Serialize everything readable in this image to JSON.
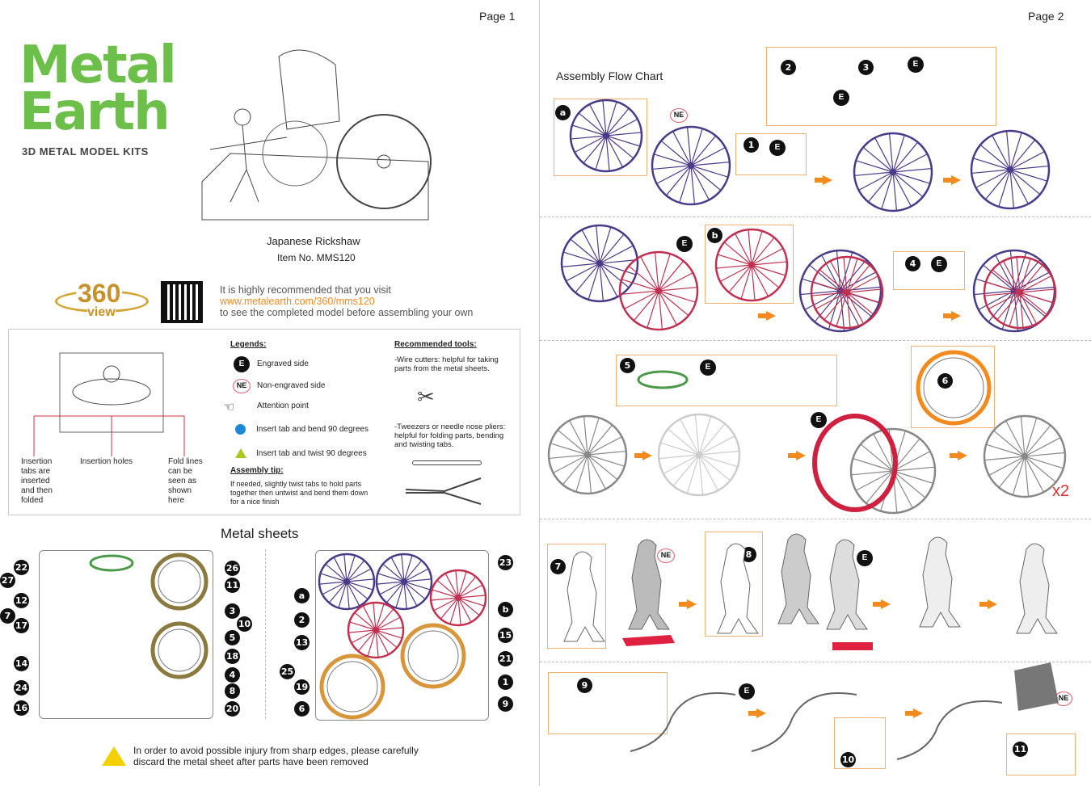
{
  "page1": {
    "label": "Page 1",
    "brand": {
      "line1": "Metal",
      "line2": "Earth",
      "tagline": "3D METAL MODEL KITS"
    },
    "product": {
      "name": "Japanese Rickshaw",
      "item": "Item  No.  MMS120"
    },
    "view360": {
      "number": "360",
      "word": "view"
    },
    "visit": {
      "line1": "It is highly recommended that you visit",
      "url": "www.metalearth.com/360/mms120",
      "line2": "to see the completed model before assembling your own"
    },
    "diagram_labels": {
      "tabs": "Insertion tabs are inserted and then folded",
      "holes": "Insertion holes",
      "fold": "Fold lines can be seen as shown here"
    },
    "legends": {
      "title": "Legends:",
      "items": [
        {
          "mark": "E",
          "text": "Engraved side"
        },
        {
          "mark": "NE",
          "text": "Non-engraved side"
        },
        {
          "text": "Attention point"
        },
        {
          "text": "Insert tab and bend 90 degrees"
        },
        {
          "text": "Insert tab and twist 90 degrees"
        }
      ]
    },
    "tip": {
      "title": "Assembly tip:",
      "text": "If needed, slightly twist tabs to hold parts together then untwist and bend them down for a nice finish"
    },
    "tools": {
      "title": "Recommended tools:",
      "wire": "-Wire cutters: helpful for taking parts from the metal sheets.",
      "tweezers": "-Tweezers or needle nose pliers: helpful for folding parts, bending and twisting tabs."
    },
    "sheets_title": "Metal sheets",
    "sheet1_left": [
      "22",
      "27",
      "12",
      "7",
      "17",
      "14",
      "24",
      "16"
    ],
    "sheet1_right": [
      "26",
      "11",
      "3",
      "10",
      "5",
      "18",
      "4",
      "8",
      "20"
    ],
    "sheet2_left": [
      "a",
      "2",
      "13",
      "25",
      "19",
      "6"
    ],
    "sheet2_right": [
      "23",
      "b",
      "15",
      "21",
      "1",
      "9"
    ],
    "warning": {
      "line1": "In order to avoid possible injury from sharp edges, please carefully",
      "line2": "discard the metal sheet after parts have been removed"
    }
  },
  "page2": {
    "label": "Page 2",
    "title": "Assembly Flow Chart",
    "steps": [
      "a",
      "1",
      "2",
      "3",
      "b",
      "4",
      "5",
      "6",
      "7",
      "8",
      "9",
      "10",
      "11"
    ],
    "E": "E",
    "NE": "NE",
    "x2": "x2"
  },
  "colors": {
    "green": "#6cc04a",
    "orange": "#f28a1e",
    "purple": "#4a3a8a",
    "red": "#c23050",
    "gold": "#c8922a"
  }
}
